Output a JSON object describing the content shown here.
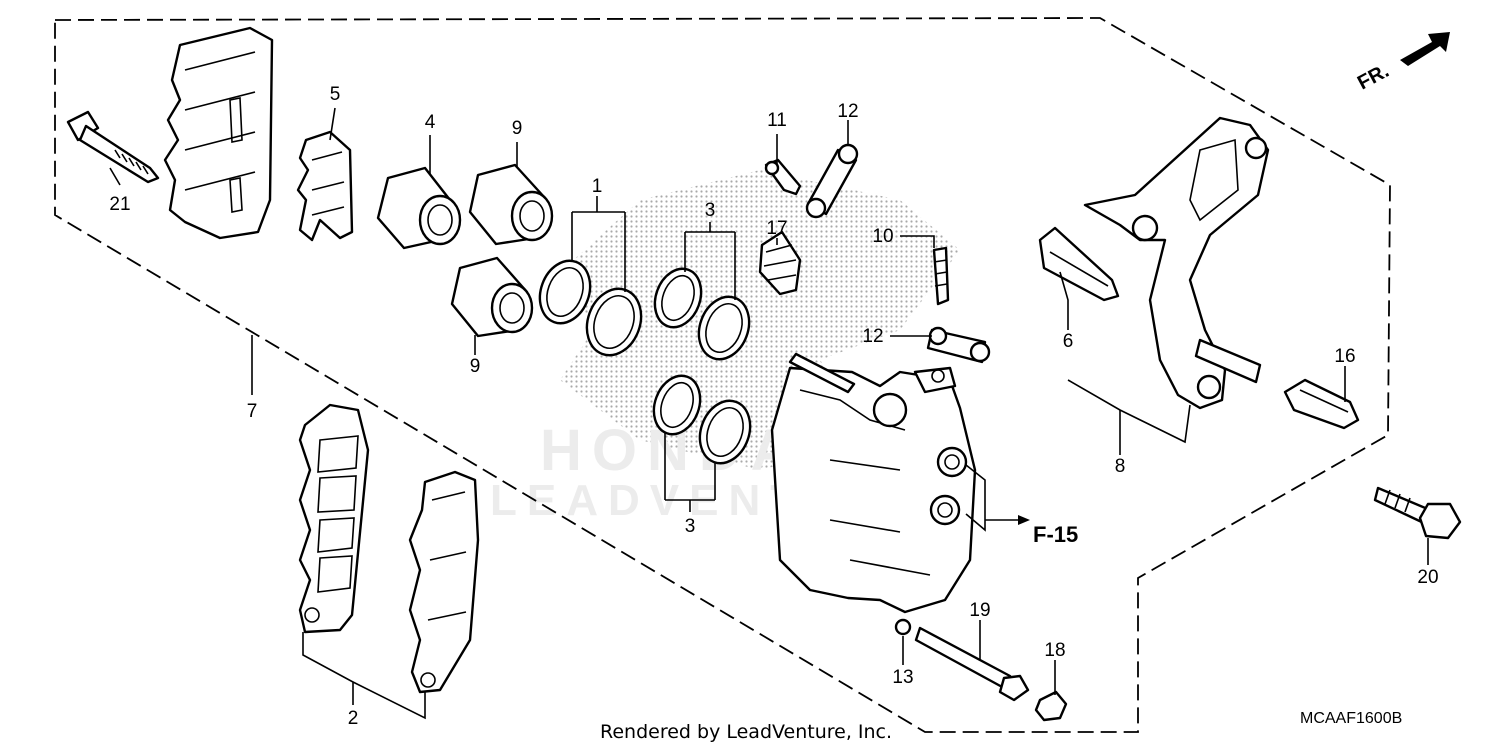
{
  "diagram": {
    "front_marker": "FR.",
    "reference": "F-15",
    "credit": "Rendered by LeadVenture, Inc.",
    "code": "MCAAF1600B",
    "watermark_top": "HONDA",
    "watermark_bottom": "LEADVENTURE",
    "callouts": [
      {
        "id": "1",
        "label": "1"
      },
      {
        "id": "2",
        "label": "2"
      },
      {
        "id": "3a",
        "label": "3"
      },
      {
        "id": "3b",
        "label": "3"
      },
      {
        "id": "4",
        "label": "4"
      },
      {
        "id": "5",
        "label": "5"
      },
      {
        "id": "6",
        "label": "6"
      },
      {
        "id": "7",
        "label": "7"
      },
      {
        "id": "8",
        "label": "8"
      },
      {
        "id": "9a",
        "label": "9"
      },
      {
        "id": "9b",
        "label": "9"
      },
      {
        "id": "10",
        "label": "10"
      },
      {
        "id": "11",
        "label": "11"
      },
      {
        "id": "12a",
        "label": "12"
      },
      {
        "id": "12b",
        "label": "12"
      },
      {
        "id": "13",
        "label": "13"
      },
      {
        "id": "16",
        "label": "16"
      },
      {
        "id": "17",
        "label": "17"
      },
      {
        "id": "18",
        "label": "18"
      },
      {
        "id": "19",
        "label": "19"
      },
      {
        "id": "20",
        "label": "20"
      },
      {
        "id": "21",
        "label": "21"
      }
    ]
  }
}
